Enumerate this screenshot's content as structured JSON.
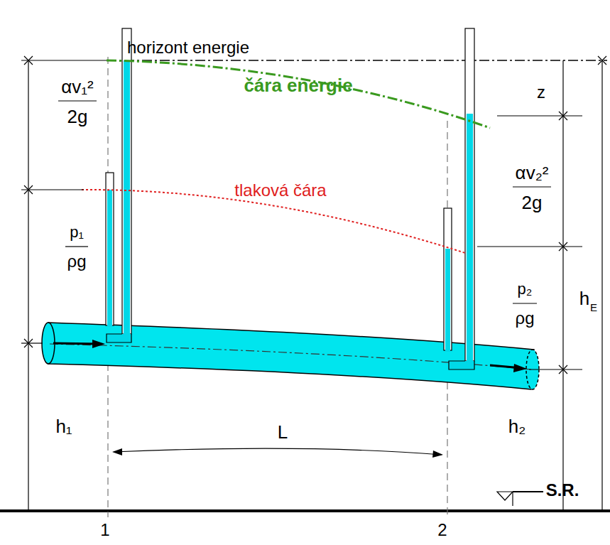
{
  "diagram": {
    "labels": [
      "horizont energie",
      "čára energie",
      "tlaková čára",
      "z",
      "αv₁²",
      "2g",
      "p₁",
      "ρg",
      "αv₂²",
      "2g",
      "p₂",
      "ρg",
      "h₁",
      "L",
      "h₂",
      "h",
      "E",
      "S.R.",
      "1",
      "2"
    ]
  }
}
